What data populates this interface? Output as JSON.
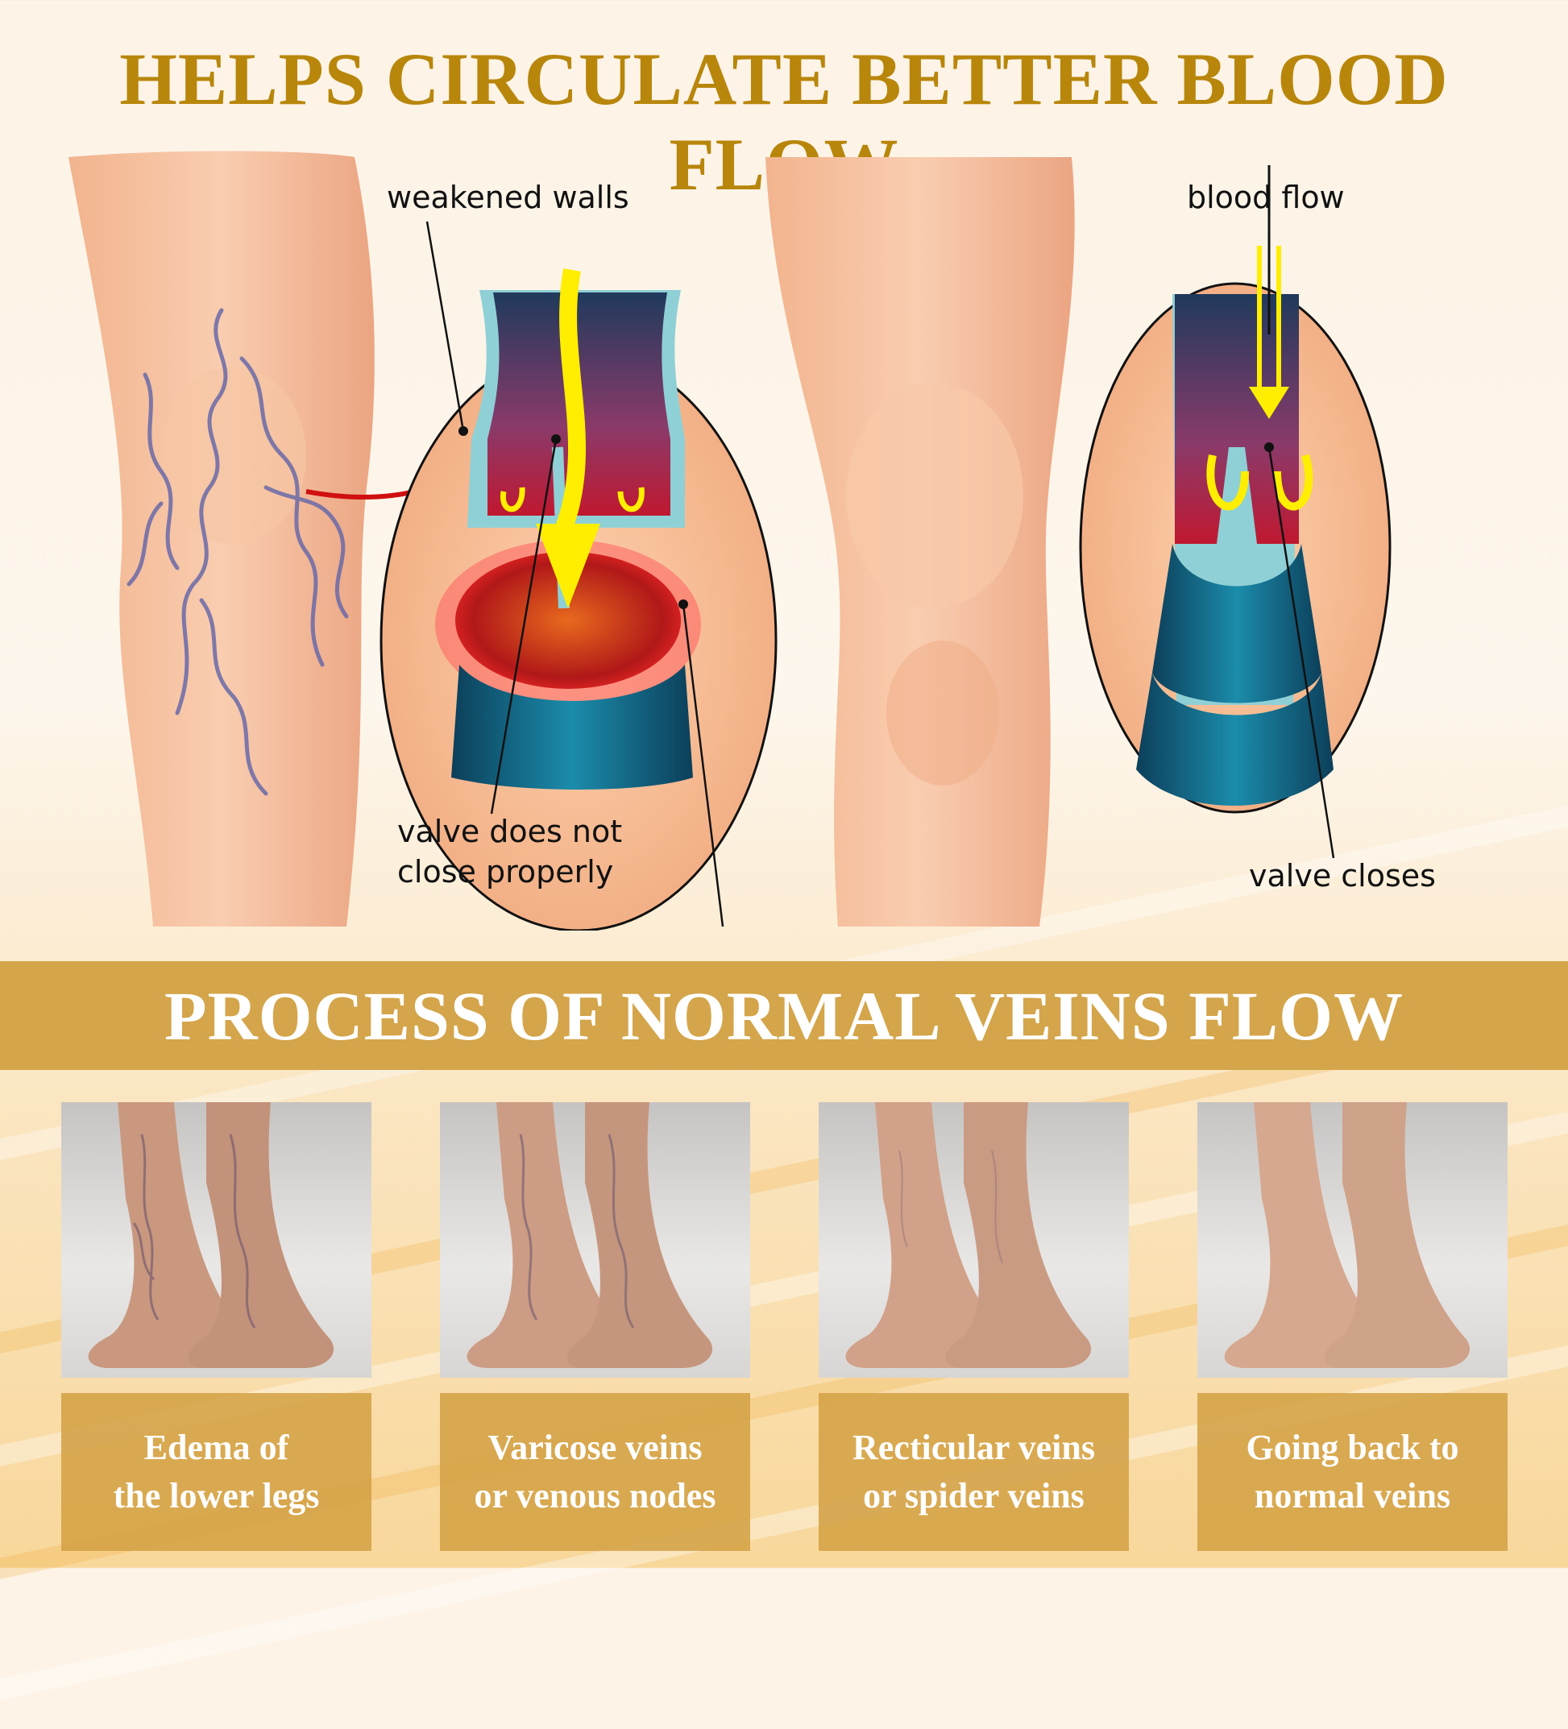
{
  "header": {
    "title": "HELPS CIRCULATE BETTER BLOOD FLOW"
  },
  "diagram": {
    "label_weakened_walls": "weakened walls",
    "label_valve_not_close_1": "valve does not",
    "label_valve_not_close_2": "close properly",
    "label_blood_flow": "blood flow",
    "label_valve_closes": "valve closes"
  },
  "band": {
    "title": "PROCESS OF NORMAL VEINS FLOW"
  },
  "stages": [
    {
      "line1": "Edema of",
      "line2": "the lower legs"
    },
    {
      "line1": "Varicose veins",
      "line2": "or venous nodes"
    },
    {
      "line1": "Recticular veins",
      "line2": "or spider veins"
    },
    {
      "line1": "Going back to",
      "line2": "normal veins"
    }
  ],
  "colors": {
    "title": "#b8860b",
    "band": "#d4a54a",
    "caption": "#d4a246"
  }
}
